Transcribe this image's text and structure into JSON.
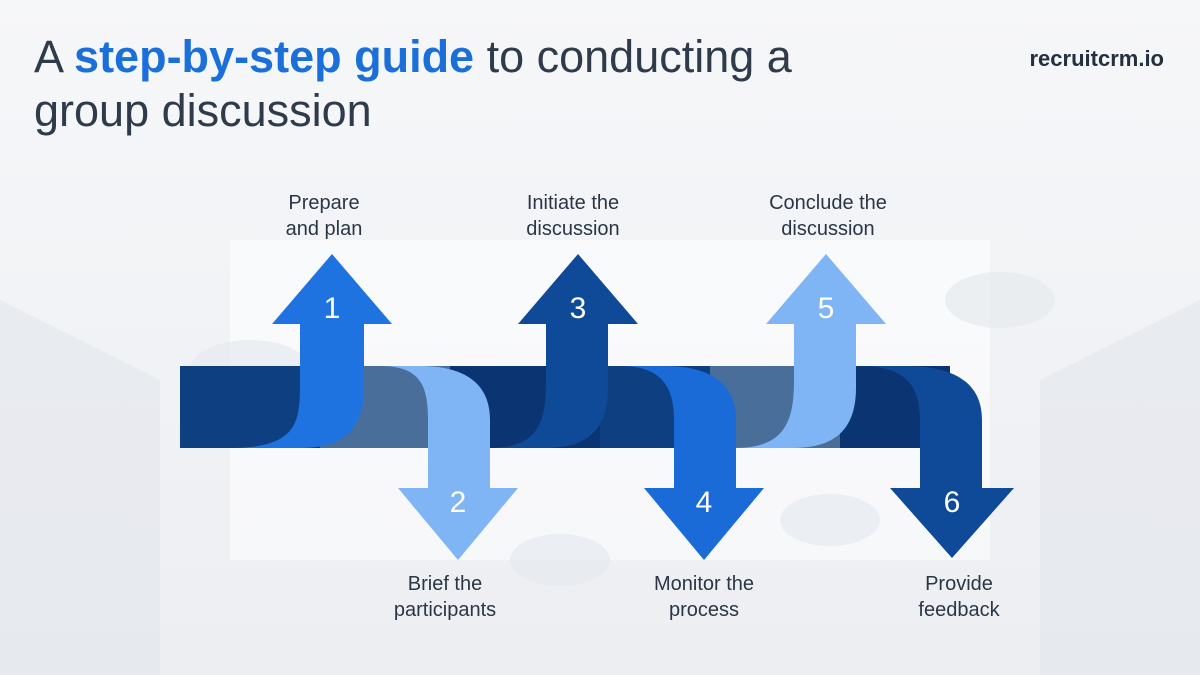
{
  "title": {
    "prefix": "A ",
    "highlight": "step-by-step guide",
    "suffix": " to conducting a group discussion"
  },
  "brand": "recruitcrm.io",
  "steps": [
    {
      "number": "1",
      "line1": "Prepare",
      "line2": "and plan",
      "color": "#1e73e0"
    },
    {
      "number": "2",
      "line1": "Brief the",
      "line2": "participants",
      "color": "#7fb5f5"
    },
    {
      "number": "3",
      "line1": "Initiate the",
      "line2": "discussion",
      "color": "#0f4a98"
    },
    {
      "number": "4",
      "line1": "Monitor the",
      "line2": "process",
      "color": "#1a6ad8"
    },
    {
      "number": "5",
      "line1": "Conclude the",
      "line2": "discussion",
      "color": "#7fb5f5"
    },
    {
      "number": "6",
      "line1": "Provide",
      "line2": "feedback",
      "color": "#0f4a98"
    }
  ],
  "colors": {
    "band_dark": "#0e3f80",
    "band_mid": "#4a6e9a",
    "title_accent": "#1a6fd8",
    "text": "#2f3b4a"
  }
}
